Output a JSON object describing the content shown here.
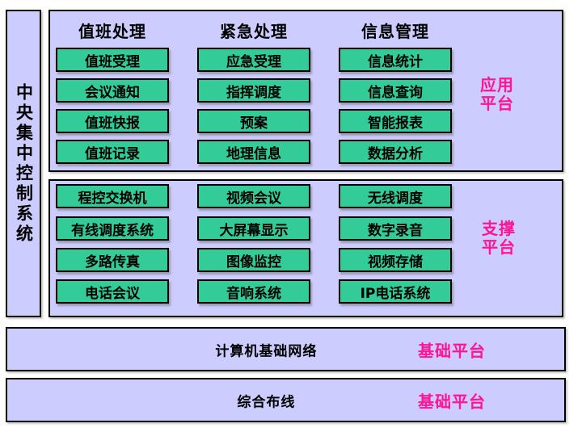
{
  "left_bar": {
    "label": "中央集中控制系统"
  },
  "app_platform": {
    "tag": {
      "lines": [
        "应用",
        "平台"
      ]
    },
    "columns": [
      {
        "header": "值班处理",
        "items": [
          "值班受理",
          "会议通知",
          "值班快报",
          "值班记录"
        ]
      },
      {
        "header": "紧急处理",
        "items": [
          "应急受理",
          "指挥调度",
          "预案",
          "地理信息"
        ]
      },
      {
        "header": "信息管理",
        "items": [
          "信息统计",
          "信息查询",
          "智能报表",
          "数据分析"
        ]
      }
    ]
  },
  "support_platform": {
    "tag": {
      "lines": [
        "支撑",
        "平台"
      ]
    },
    "columns": [
      {
        "items": [
          "程控交换机",
          "有线调度系统",
          "多路传真",
          "电话会议"
        ]
      },
      {
        "items": [
          "视频会议",
          "大屏幕显示",
          "图像监控",
          "音响系统"
        ]
      },
      {
        "items": [
          "无线调度",
          "数字录音",
          "视频存储",
          "IP电话系统"
        ]
      }
    ]
  },
  "base_platforms": [
    {
      "label": "计算机基础网络",
      "tag": "基础平台"
    },
    {
      "label": "综合布线",
      "tag": "基础平台"
    }
  ],
  "colors": {
    "panel_fill": "#ccccff",
    "node_fill": "#33cc99",
    "tag_text": "#ff1493",
    "border": "#000000",
    "background": "#ffffff"
  }
}
